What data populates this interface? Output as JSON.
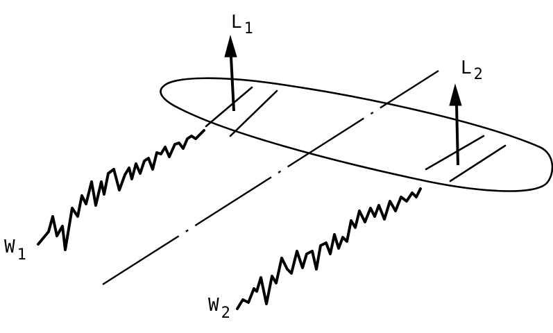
{
  "labels": {
    "L1": {
      "main": "L",
      "sub": "1"
    },
    "L2": {
      "main": "L",
      "sub": "2"
    },
    "W1": {
      "main": "W",
      "sub": "1"
    },
    "W2": {
      "main": "W",
      "sub": "2"
    }
  }
}
